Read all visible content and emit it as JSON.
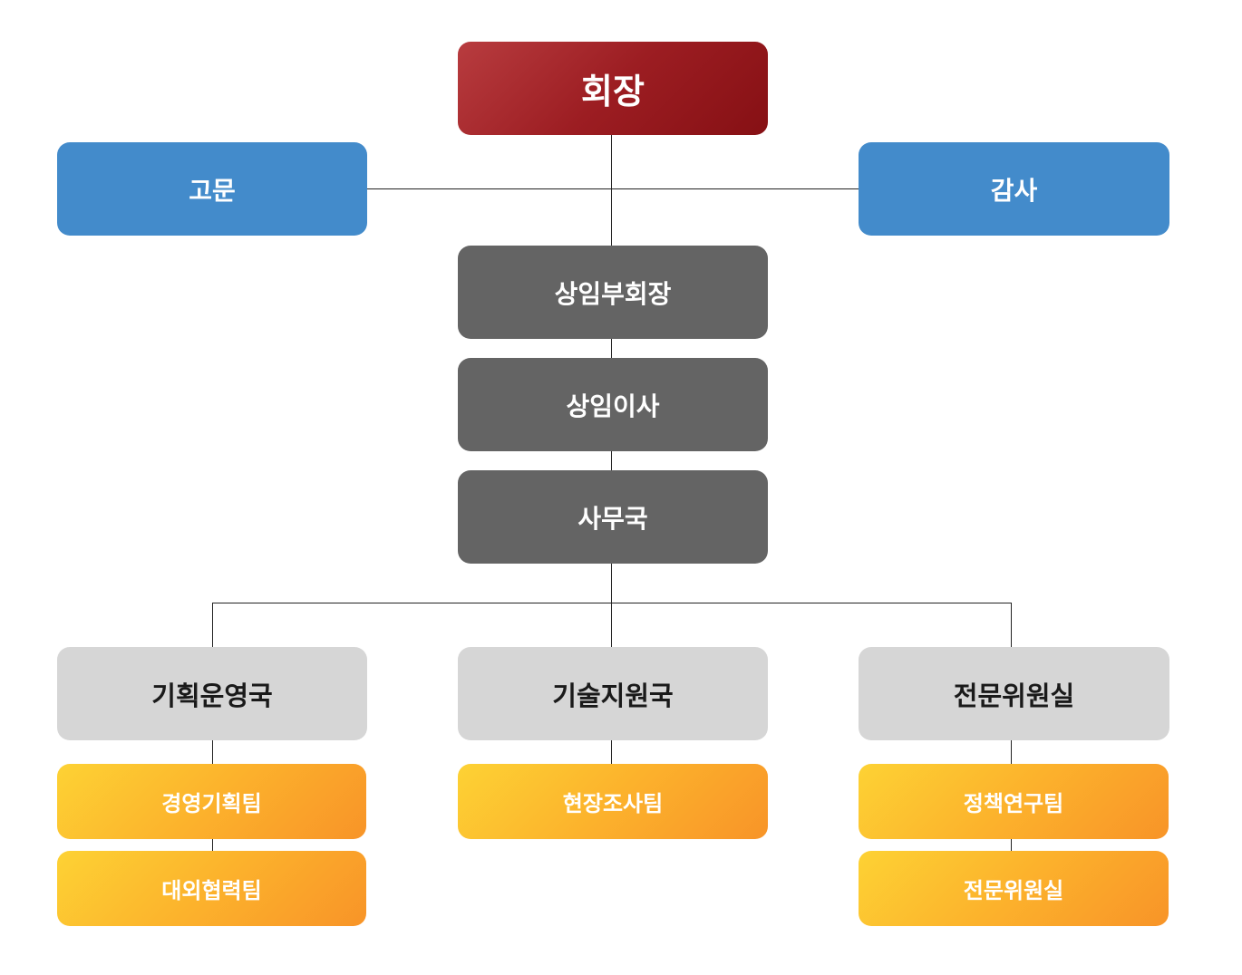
{
  "org_chart": {
    "president": {
      "label": "회장"
    },
    "advisor": {
      "label": "고문"
    },
    "auditor": {
      "label": "감사"
    },
    "standing_vice_president": {
      "label": "상임부회장"
    },
    "standing_director": {
      "label": "상임이사"
    },
    "secretariat": {
      "label": "사무국"
    },
    "divisions": [
      {
        "label": "기획운영국",
        "teams": [
          {
            "label": "경영기획팀"
          },
          {
            "label": "대외협력팀"
          }
        ]
      },
      {
        "label": "기술지원국",
        "teams": [
          {
            "label": "현장조사팀"
          }
        ]
      },
      {
        "label": "전문위원실",
        "teams": [
          {
            "label": "정책연구팀"
          },
          {
            "label": "전문위원실"
          }
        ]
      }
    ]
  },
  "colors": {
    "president": "#9c1d22",
    "advisory": "#438bcb",
    "executive": "#646464",
    "division": "#d6d6d6",
    "team": "#fcb22c",
    "connector": "#222222"
  }
}
